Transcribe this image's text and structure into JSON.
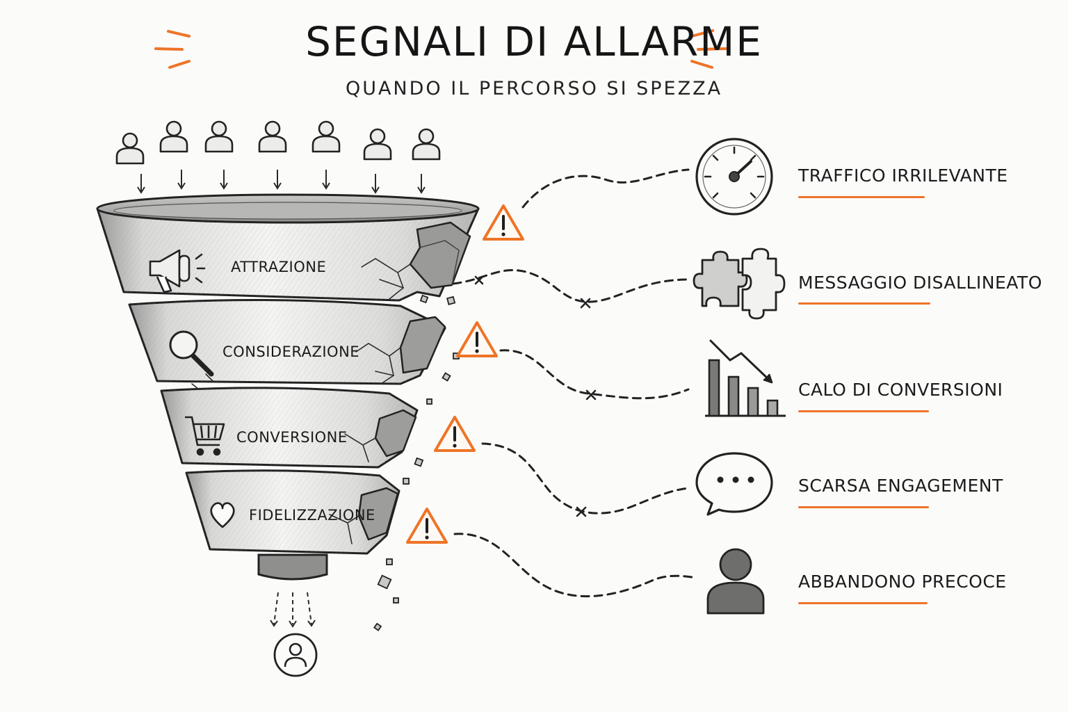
{
  "title": "SEGNALI DI ALLARME",
  "subtitle": "QUANDO IL PERCORSO SI SPEZZA",
  "colors": {
    "accent": "#ee7427",
    "ink": "#1e1e1e",
    "background": "#fbfbfa"
  },
  "funnel": {
    "stages": [
      {
        "label": "ATTRAZIONE",
        "icon": "megaphone-icon"
      },
      {
        "label": "CONSIDERAZIONE",
        "icon": "magnifier-icon"
      },
      {
        "label": "CONVERSIONE",
        "icon": "shopping-cart-icon"
      },
      {
        "label": "FIDELIZZAZIONE",
        "icon": "heart-icon"
      }
    ],
    "input_icon": "user-icon",
    "output_icon": "user-circle-icon",
    "warning_icon": "warning-triangle-icon"
  },
  "signals": [
    {
      "label": "TRAFFICO IRRILEVANTE",
      "icon": "speedometer-icon"
    },
    {
      "label": "MESSAGGIO DISALLINEATO",
      "icon": "puzzle-icon"
    },
    {
      "label": "CALO DI CONVERSIONI",
      "icon": "declining-bar-chart-icon"
    },
    {
      "label": "SCARSA ENGAGEMENT",
      "icon": "speech-bubble-icon"
    },
    {
      "label": "ABBANDONO PRECOCE",
      "icon": "person-icon"
    }
  ]
}
